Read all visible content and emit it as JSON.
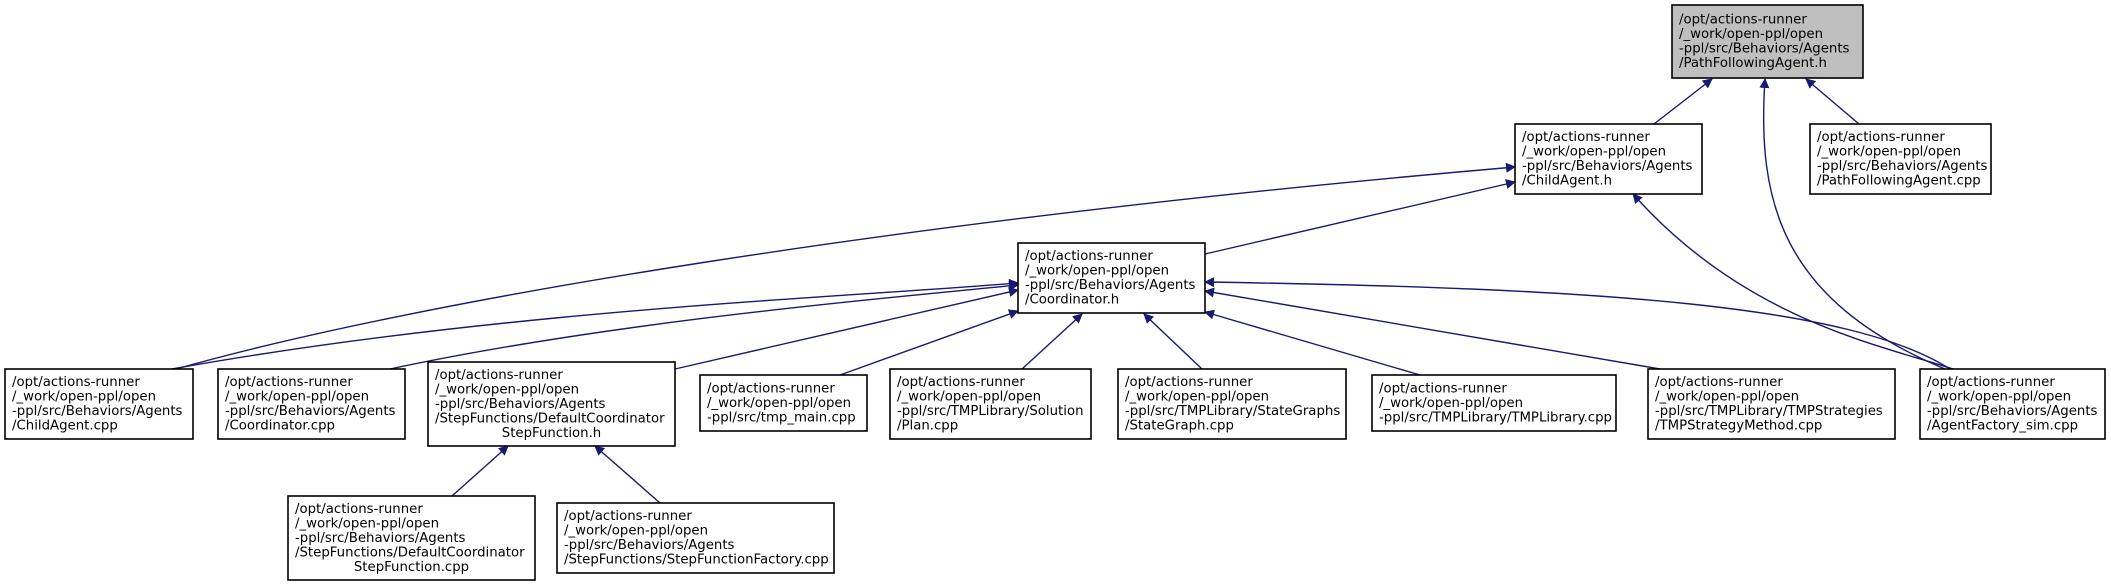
{
  "nodes": {
    "path_following_agent_h": [
      "/opt/actions-runner",
      "/_work/open-ppl/open",
      "-ppl/src/Behaviors/Agents",
      "/PathFollowingAgent.h"
    ],
    "child_agent_h": [
      "/opt/actions-runner",
      "/_work/open-ppl/open",
      "-ppl/src/Behaviors/Agents",
      "/ChildAgent.h"
    ],
    "path_following_agent_cpp": [
      "/opt/actions-runner",
      "/_work/open-ppl/open",
      "-ppl/src/Behaviors/Agents",
      "/PathFollowingAgent.cpp"
    ],
    "coordinator_h": [
      "/opt/actions-runner",
      "/_work/open-ppl/open",
      "-ppl/src/Behaviors/Agents",
      "/Coordinator.h"
    ],
    "child_agent_cpp": [
      "/opt/actions-runner",
      "/_work/open-ppl/open",
      "-ppl/src/Behaviors/Agents",
      "/ChildAgent.cpp"
    ],
    "coordinator_cpp": [
      "/opt/actions-runner",
      "/_work/open-ppl/open",
      "-ppl/src/Behaviors/Agents",
      "/Coordinator.cpp"
    ],
    "default_coordinator_step_function_h": [
      "/opt/actions-runner",
      "/_work/open-ppl/open",
      "-ppl/src/Behaviors/Agents",
      "/StepFunctions/DefaultCoordinator",
      "StepFunction.h"
    ],
    "tmp_main_cpp": [
      "/opt/actions-runner",
      "/_work/open-ppl/open",
      "-ppl/src/tmp_main.cpp"
    ],
    "solution_plan_cpp": [
      "/opt/actions-runner",
      "/_work/open-ppl/open",
      "-ppl/src/TMPLibrary/Solution",
      "/Plan.cpp"
    ],
    "state_graph_cpp": [
      "/opt/actions-runner",
      "/_work/open-ppl/open",
      "-ppl/src/TMPLibrary/StateGraphs",
      "/StateGraph.cpp"
    ],
    "tmp_library_cpp": [
      "/opt/actions-runner",
      "/_work/open-ppl/open",
      "-ppl/src/TMPLibrary/TMPLibrary.cpp"
    ],
    "tmp_strategy_method_cpp": [
      "/opt/actions-runner",
      "/_work/open-ppl/open",
      "-ppl/src/TMPLibrary/TMPStrategies",
      "/TMPStrategyMethod.cpp"
    ],
    "agent_factory_sim_cpp": [
      "/opt/actions-runner",
      "/_work/open-ppl/open",
      "-ppl/src/Behaviors/Agents",
      "/AgentFactory_sim.cpp"
    ],
    "default_coordinator_step_function_cpp": [
      "/opt/actions-runner",
      "/_work/open-ppl/open",
      "-ppl/src/Behaviors/Agents",
      "/StepFunctions/DefaultCoordinator",
      "StepFunction.cpp"
    ],
    "step_function_factory_cpp": [
      "/opt/actions-runner",
      "/_work/open-ppl/open",
      "-ppl/src/Behaviors/Agents",
      "/StepFunctions/StepFunctionFactory.cpp"
    ]
  },
  "edges": [
    {
      "from": "child_agent_h",
      "to": "path_following_agent_h"
    },
    {
      "from": "path_following_agent_cpp",
      "to": "path_following_agent_h"
    },
    {
      "from": "agent_factory_sim_cpp",
      "to": "path_following_agent_h"
    },
    {
      "from": "child_agent_cpp",
      "to": "child_agent_h"
    },
    {
      "from": "coordinator_h",
      "to": "child_agent_h"
    },
    {
      "from": "agent_factory_sim_cpp",
      "to": "child_agent_h"
    },
    {
      "from": "child_agent_cpp",
      "to": "coordinator_h"
    },
    {
      "from": "coordinator_cpp",
      "to": "coordinator_h"
    },
    {
      "from": "default_coordinator_step_function_h",
      "to": "coordinator_h"
    },
    {
      "from": "tmp_main_cpp",
      "to": "coordinator_h"
    },
    {
      "from": "solution_plan_cpp",
      "to": "coordinator_h"
    },
    {
      "from": "state_graph_cpp",
      "to": "coordinator_h"
    },
    {
      "from": "tmp_library_cpp",
      "to": "coordinator_h"
    },
    {
      "from": "tmp_strategy_method_cpp",
      "to": "coordinator_h"
    },
    {
      "from": "agent_factory_sim_cpp",
      "to": "coordinator_h"
    },
    {
      "from": "default_coordinator_step_function_cpp",
      "to": "default_coordinator_step_function_h"
    },
    {
      "from": "step_function_factory_cpp",
      "to": "default_coordinator_step_function_h"
    }
  ],
  "colors": {
    "edge": "#191970",
    "root_fill": "#bfbfbf",
    "node_fill": "#ffffff",
    "node_border": "#000000"
  }
}
